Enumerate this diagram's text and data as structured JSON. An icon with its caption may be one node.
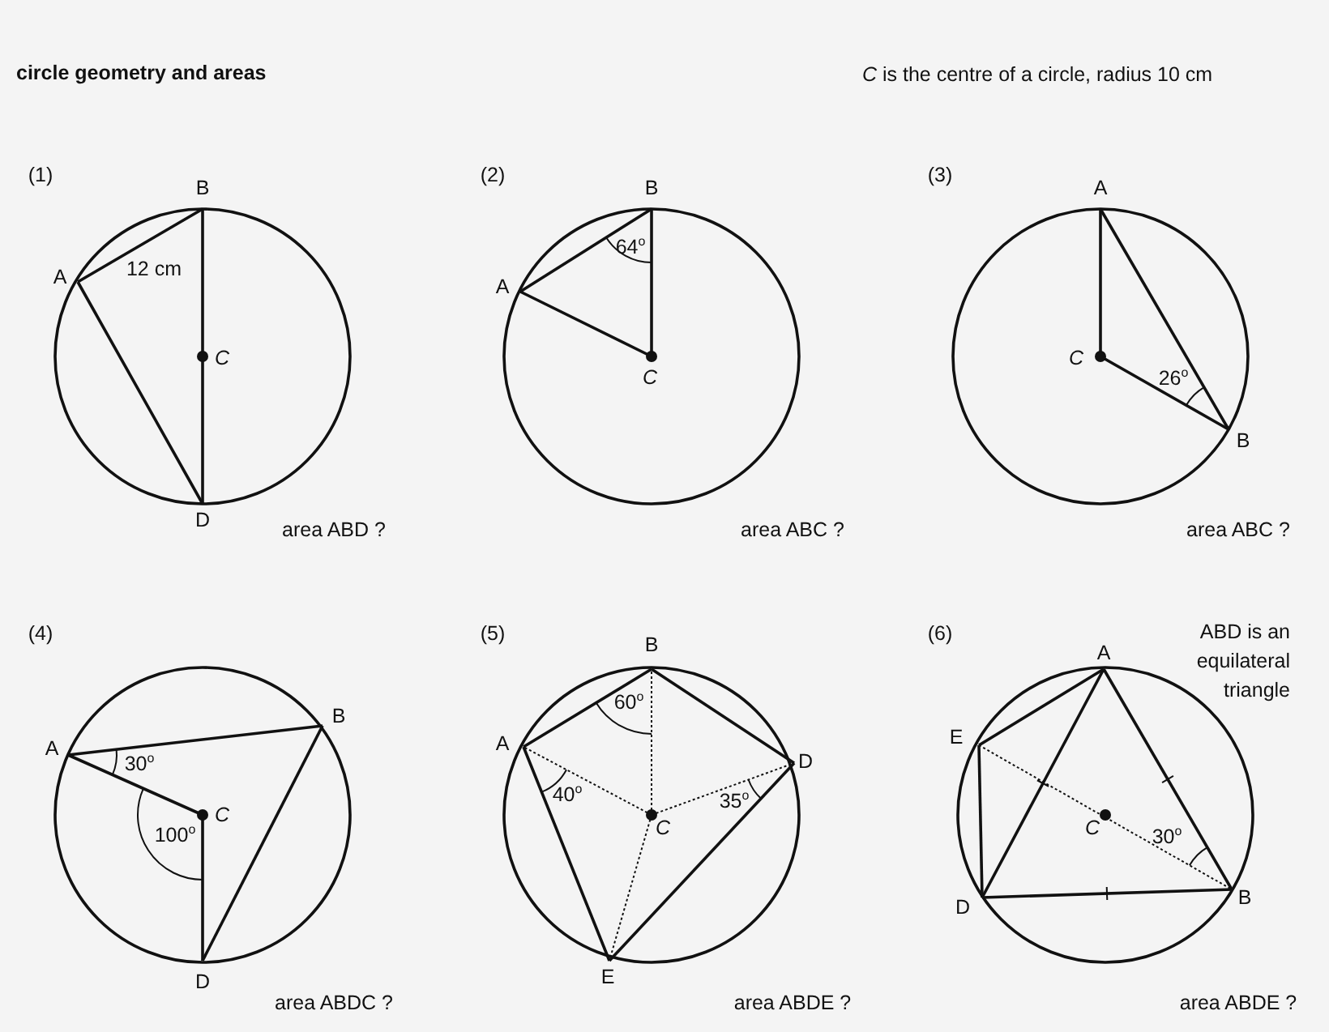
{
  "diagram": {
    "title": "circle geometry and areas",
    "labels": [
      "*C* is the centre of a circle, radius 10 cm",
      "(1)",
      "B",
      "A",
      "12 cm",
      "C",
      "D",
      "area ABD ?",
      "(2)",
      "B",
      "64$^{o}$",
      "A",
      "C",
      "area ABC ?",
      "(3)",
      "A",
      "C",
      "26$^{o}$",
      "B",
      "area ABC ?",
      "(4)",
      "B",
      "A",
      "30$^{o}$",
      "C",
      "100$^{o}$",
      "D",
      "area ABDC ?",
      "(5)",
      "B",
      "60$^{o}$",
      "A",
      "D",
      "40$^{o}$",
      "C",
      "35$^{o}$",
      "E",
      "area ABDE ?",
      "(6)",
      "ABD is an equilateral triangle",
      "A",
      "E",
      "C",
      "30$^{o}$",
      "D",
      "B",
      "area ABDE ?"
    ]
  }
}
